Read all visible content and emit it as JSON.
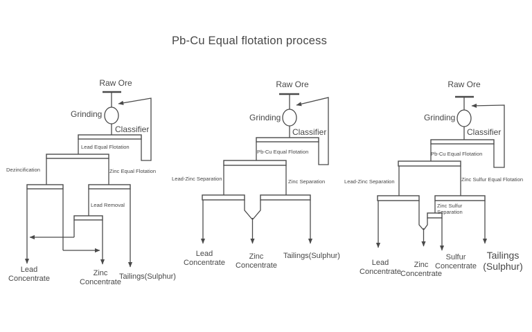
{
  "title": "Pb-Cu Equal flotation process",
  "colors": {
    "line": "#4a4a4a",
    "text": "#474747",
    "background": "#ffffff"
  },
  "diagrams": {
    "left": {
      "raw_ore": "Raw Ore",
      "grinding": "Grinding",
      "classifier": "Classifier",
      "stage": "Lead Equal Flotation",
      "branch_left": "Dezincification",
      "branch_right": "Zinc Equal Flotation",
      "cleaner": "Lead Removal",
      "out_lead": "Lead\nConcentrate",
      "out_zinc": "Zinc\nConcentrate",
      "out_tailings": "Tailings(Sulphur)"
    },
    "middle": {
      "raw_ore": "Raw Ore",
      "grinding": "Grinding",
      "classifier": "Classifier",
      "stage": "Pb-Cu Equal Flotation",
      "branch_left": "Lead-Zinc Separation",
      "branch_right": "Zinc Separation",
      "out_lead": "Lead\nConcentrate",
      "out_zinc": "Zinc\nConcentrate",
      "out_tailings": "Tailings(Sulphur)"
    },
    "right": {
      "raw_ore": "Raw Ore",
      "grinding": "Grinding",
      "classifier": "Classifier",
      "stage": "Pb-Cu Equal Flotation",
      "branch_left": "Lead-Zinc Separation",
      "branch_right": "Zinc Sulfur Equal Flotation",
      "cleaner": "Zinc Sulfur\nSeparation",
      "out_lead": "Lead\nConcentrate",
      "out_zinc": "Zinc\nConcentrate",
      "out_sulfur": "Sulfur\nConcentrate",
      "out_tailings": "Tailings\n(Sulphur)"
    }
  }
}
